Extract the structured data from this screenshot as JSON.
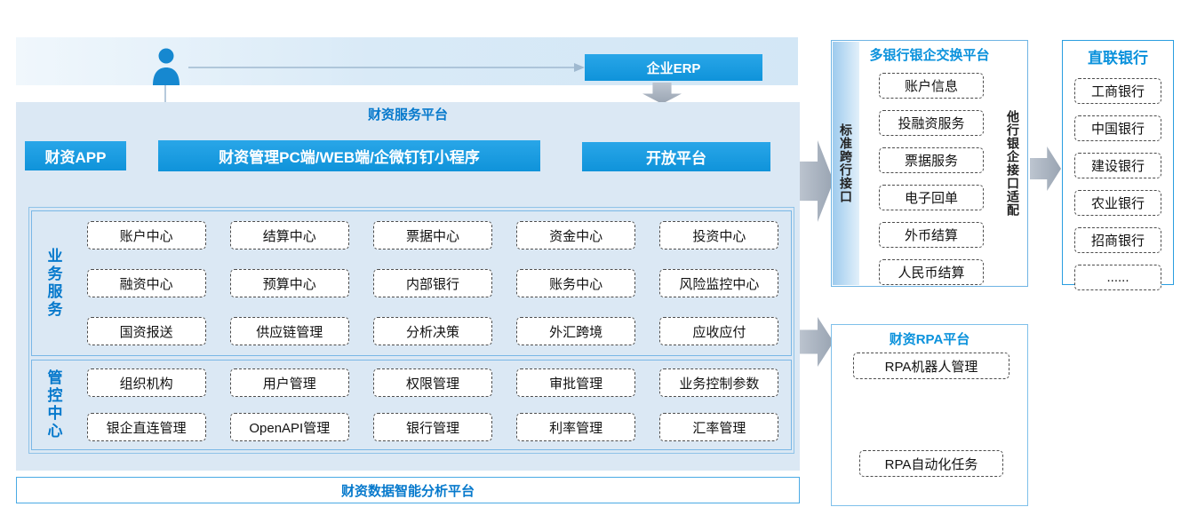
{
  "colors": {
    "accent_blue": "#189de2",
    "deep_title_blue": "#0679cc",
    "side_title_blue": "#0b92dc",
    "panel_bg": "#dbe8f4",
    "arrow_gray": "#a8b1bd",
    "dashed_border": "#4c4c4c"
  },
  "icons": {
    "user_icon": "person-silhouette"
  },
  "top": {
    "erp_label": "企业ERP"
  },
  "platform": {
    "title": "财资服务平台",
    "entry_buttons": [
      {
        "label": "财资APP"
      },
      {
        "label": "财资管理PC端/WEB端/企微钉钉小程序"
      },
      {
        "label": "开放平台"
      }
    ],
    "business": {
      "label": "业务服务",
      "rows": [
        [
          "账户中心",
          "结算中心",
          "票据中心",
          "资金中心",
          "投资中心"
        ],
        [
          "融资中心",
          "预算中心",
          "内部银行",
          "账务中心",
          "风险监控中心"
        ],
        [
          "国资报送",
          "供应链管理",
          "分析决策",
          "外汇跨境",
          "应收应付"
        ]
      ]
    },
    "control": {
      "label": "管控中心",
      "rows": [
        [
          "组织机构",
          "用户管理",
          "权限管理",
          "审批管理",
          "业务控制参数"
        ],
        [
          "银企直连管理",
          "OpenAPI管理",
          "银行管理",
          "利率管理",
          "汇率管理"
        ]
      ]
    },
    "analysis_bar": "财资数据智能分析平台"
  },
  "exchange": {
    "title": "多银行银企交换平台",
    "left_label": "标准跨行接口",
    "right_label": "他行银企接口适配",
    "items": [
      "账户信息",
      "投融资服务",
      "票据服务",
      "电子回单",
      "外币结算",
      "人民币结算"
    ]
  },
  "banks": {
    "title": "直联银行",
    "items": [
      "工商银行",
      "中国银行",
      "建设银行",
      "农业银行",
      "招商银行",
      "......"
    ]
  },
  "rpa": {
    "title": "财资RPA平台",
    "items": [
      "RPA机器人管理",
      "RPA自动化任务"
    ]
  }
}
